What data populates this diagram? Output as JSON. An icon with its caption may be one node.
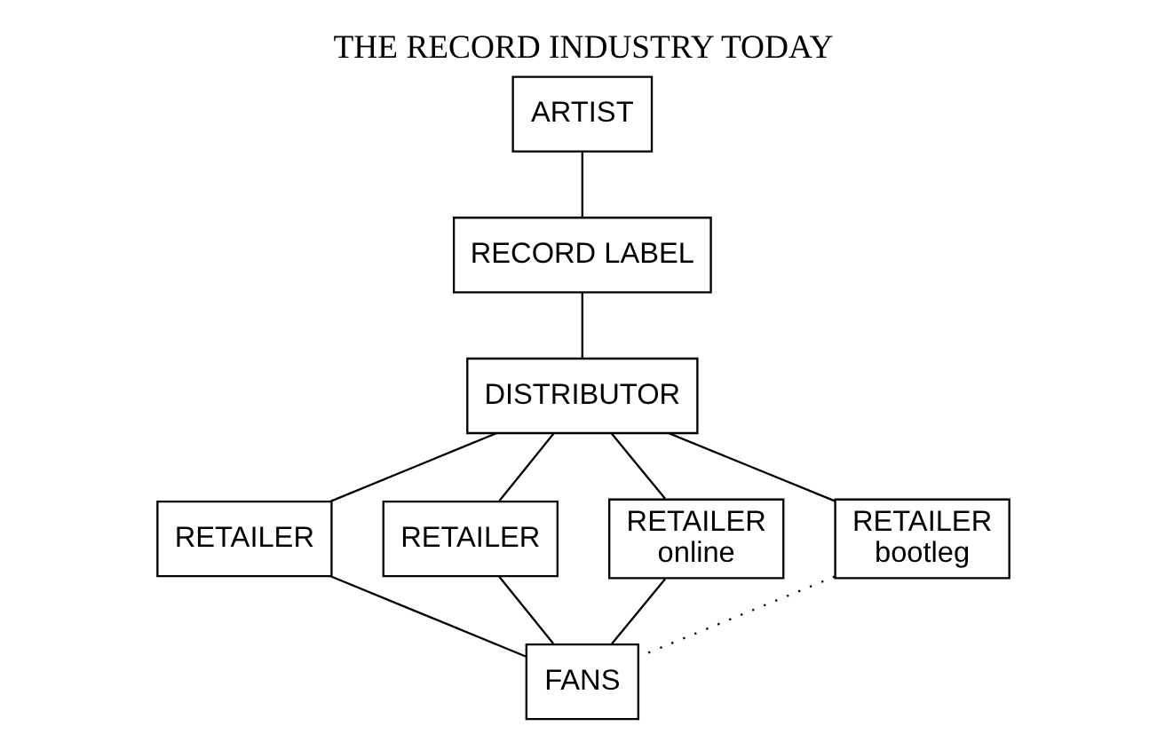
{
  "diagram": {
    "title": "THE RECORD INDUSTRY TODAY",
    "nodes": [
      {
        "text": [
          "ARTIST"
        ]
      },
      {
        "text": [
          "RECORD LABEL"
        ]
      },
      {
        "text": [
          "DISTRIBUTOR"
        ]
      },
      {
        "text": [
          "RETAILER"
        ]
      },
      {
        "text": [
          "RETAILER"
        ]
      },
      {
        "text": [
          "RETAILER",
          "online"
        ]
      },
      {
        "text": [
          "RETAILER",
          "bootleg"
        ]
      },
      {
        "text": [
          "FANS"
        ]
      }
    ],
    "edges": [
      {
        "from": 0,
        "to": 1,
        "arrow": "none"
      },
      {
        "from": 1,
        "to": 2,
        "arrow": "none"
      },
      {
        "from": 2,
        "to": 3,
        "arrow": "none"
      },
      {
        "from": 2,
        "to": 4,
        "arrow": "none"
      },
      {
        "from": 2,
        "to": 5,
        "arrow": "none"
      },
      {
        "from": 2,
        "to": 6,
        "arrow": "none"
      },
      {
        "from": 3,
        "to": 7,
        "arrow": "none"
      },
      {
        "from": 4,
        "to": 7,
        "arrow": "none"
      },
      {
        "from": 5,
        "to": 7,
        "arrow": "none"
      },
      {
        "from": 6,
        "to": 7,
        "arrow": "none",
        "style": "dashed"
      }
    ]
  }
}
